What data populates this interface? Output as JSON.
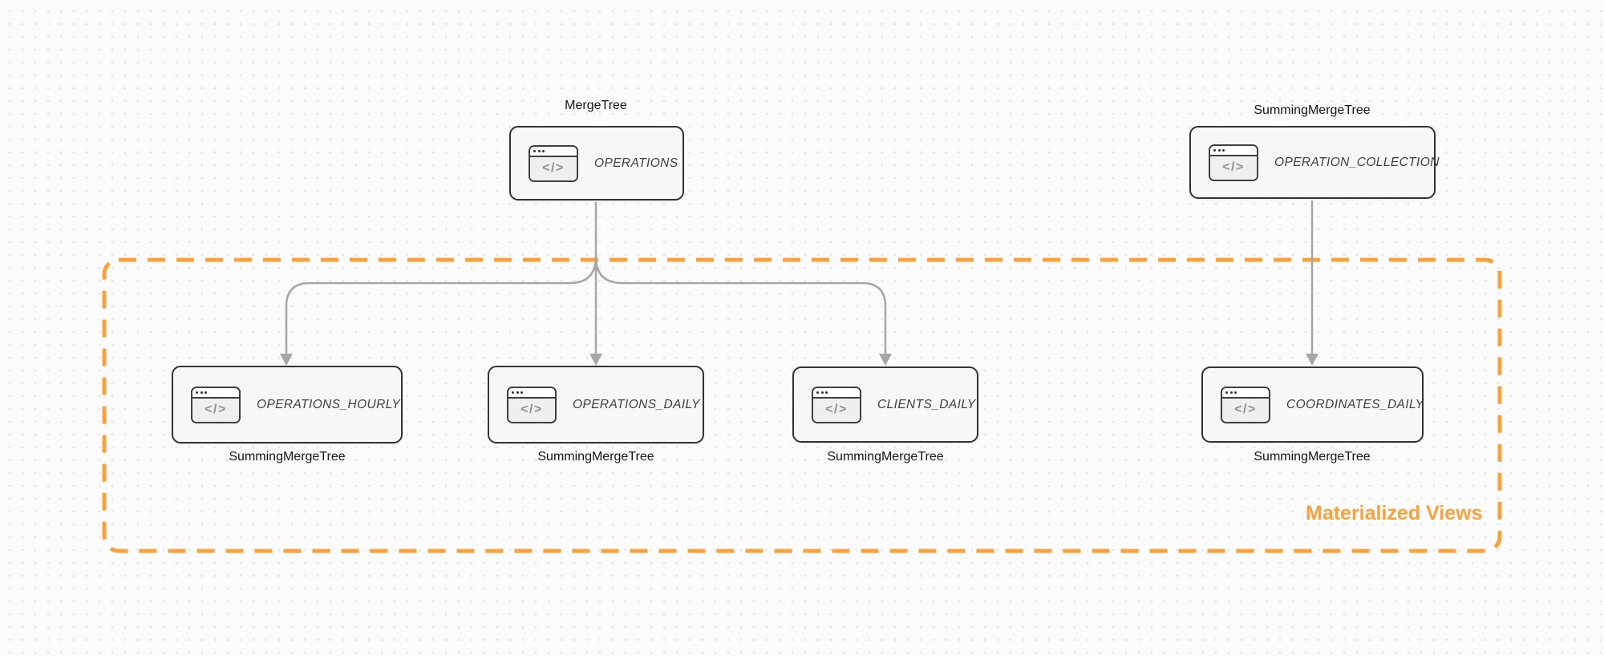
{
  "nodes": {
    "operations": {
      "engine": "MergeTree",
      "table": "OPERATIONS"
    },
    "operation_collection": {
      "engine": "SummingMergeTree",
      "table": "OPERATION_COLLECTION"
    },
    "operations_hourly": {
      "engine": "SummingMergeTree",
      "table": "OPERATIONS_HOURLY"
    },
    "operations_daily": {
      "engine": "SummingMergeTree",
      "table": "OPERATIONS_DAILY"
    },
    "clients_daily": {
      "engine": "SummingMergeTree",
      "table": "CLIENTS_DAILY"
    },
    "coordinates_daily": {
      "engine": "SummingMergeTree",
      "table": "COORDINATES_DAILY"
    }
  },
  "group": {
    "label": "Materialized Views"
  },
  "edges": [
    {
      "from": "OPERATIONS",
      "to": "OPERATIONS_HOURLY"
    },
    {
      "from": "OPERATIONS",
      "to": "OPERATIONS_DAILY"
    },
    {
      "from": "OPERATIONS",
      "to": "CLIENTS_DAILY"
    },
    {
      "from": "OPERATION_COLLECTION",
      "to": "COORDINATES_DAILY"
    }
  ],
  "icons": {
    "node_icon": "code-window-icon",
    "glyph": "</>"
  },
  "colors": {
    "accent_orange": "#F9A23C",
    "node_border": "#333333",
    "node_fill": "#F7F7F7",
    "arrow": "#A6A6A6",
    "bg": "#FBFBFB",
    "dot": "#E4E4E4"
  }
}
